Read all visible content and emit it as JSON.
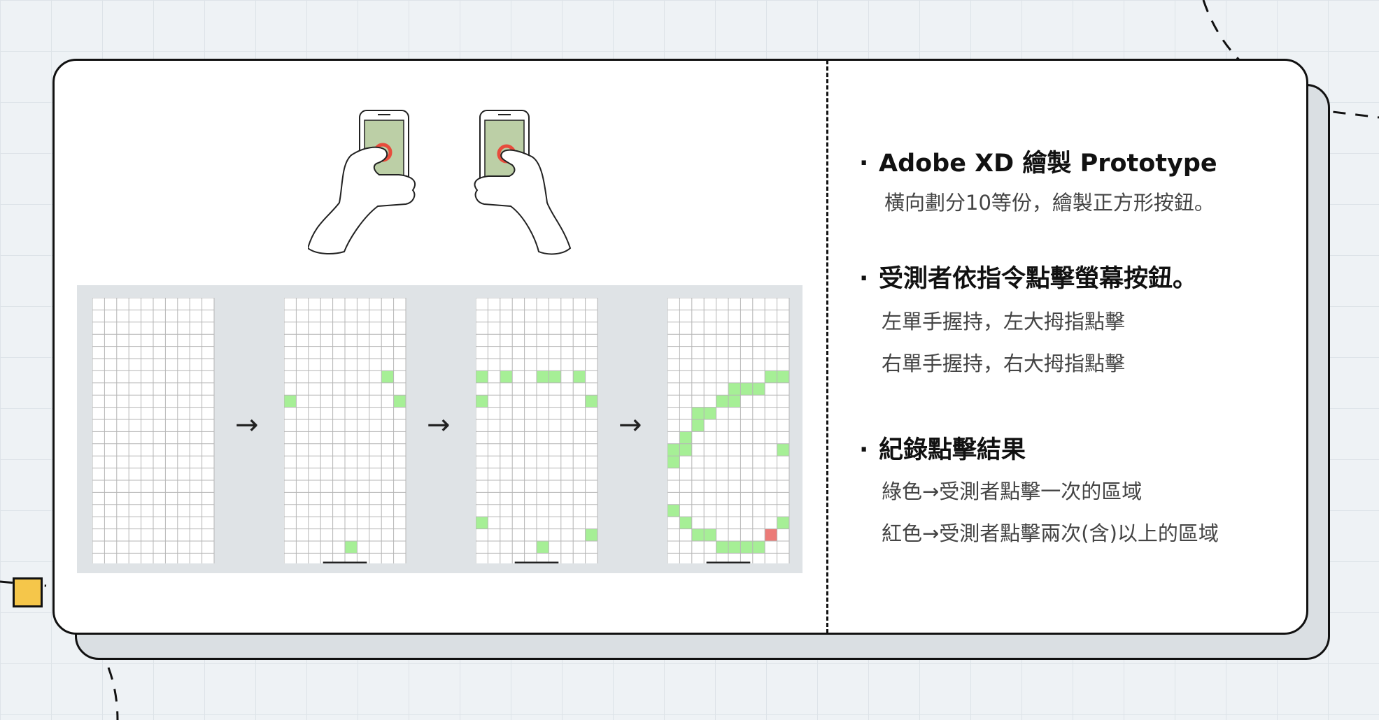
{
  "sections": [
    {
      "title": "Adobe XD 繪製 Prototype",
      "lines": [
        "橫向劃分10等份，繪製正方形按鈕。"
      ]
    },
    {
      "title": "受測者依指令點擊螢幕按鈕。",
      "lines": [
        "左單手握持，左大拇指點擊",
        "右單手握持，右大拇指點擊"
      ]
    },
    {
      "title": "紀錄點擊結果",
      "lines": [
        "綠色→受測者點擊一次的區域",
        "紅色→受測者點擊兩次(含)以上的區域"
      ]
    }
  ],
  "bullet_glyph": "·",
  "arrow_glyph": "→",
  "grid": {
    "cols": 10,
    "rows": 22,
    "colors": {
      "green": "#a6ef96",
      "red": "#ec7b78",
      "line": "#b5b5b5"
    },
    "stages": [
      {
        "green": [],
        "red": [],
        "underline": false
      },
      {
        "green": [
          [
            6,
            8
          ],
          [
            8,
            0
          ],
          [
            8,
            9
          ],
          [
            20,
            5
          ]
        ],
        "red": [],
        "underline": true
      },
      {
        "green": [
          [
            6,
            5
          ],
          [
            6,
            8
          ],
          [
            6,
            6
          ],
          [
            6,
            2
          ],
          [
            8,
            0
          ],
          [
            8,
            9
          ],
          [
            18,
            0
          ],
          [
            19,
            9
          ],
          [
            20,
            5
          ],
          [
            6,
            0
          ]
        ],
        "red": [],
        "underline": true
      },
      {
        "green": [
          [
            6,
            8
          ],
          [
            6,
            9
          ],
          [
            7,
            5
          ],
          [
            7,
            6
          ],
          [
            7,
            7
          ],
          [
            8,
            4
          ],
          [
            8,
            5
          ],
          [
            9,
            2
          ],
          [
            9,
            3
          ],
          [
            10,
            2
          ],
          [
            11,
            1
          ],
          [
            12,
            0
          ],
          [
            12,
            1
          ],
          [
            12,
            9
          ],
          [
            13,
            0
          ],
          [
            17,
            0
          ],
          [
            18,
            1
          ],
          [
            18,
            9
          ],
          [
            19,
            2
          ],
          [
            19,
            3
          ],
          [
            20,
            4
          ],
          [
            20,
            5
          ],
          [
            20,
            6
          ],
          [
            20,
            7
          ]
        ],
        "red": [
          [
            19,
            8
          ]
        ],
        "underline": true
      }
    ]
  },
  "colors": {
    "card": "#ffffff",
    "card_shadow": "#dadfe3",
    "outline": "#111111",
    "accent_yellow": "#f5c64a",
    "phone_screen": "#bccfa6",
    "touch_ring": "#e74c3c"
  }
}
